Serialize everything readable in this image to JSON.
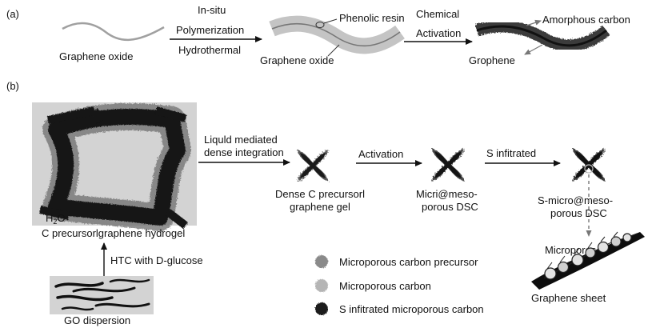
{
  "panel_a": {
    "label": "(a)",
    "graphene_oxide_start": "Graphene oxide",
    "step1": {
      "line1": "In-situ",
      "line2": "Polymerization",
      "line3": "Hydrothermal"
    },
    "phenolic_resin": "Phenolic resin",
    "graphene_oxide_coated": "Graphene oxide",
    "step2": {
      "line1": "Chemical",
      "line2": "Activation"
    },
    "amorphous_carbon": "Amorphous carbon",
    "graphene": "Grophene"
  },
  "panel_b": {
    "label": "(b)",
    "hydrogel_water": "H",
    "hydrogel_water_sub": "2",
    "hydrogel_water_end": "O",
    "hydrogel_caption": "C precursorlgraphene hydrogel",
    "step_liquid": {
      "line1": "Liquld mediated",
      "line2": "dense integration"
    },
    "dense_gel": {
      "line1": "Dense C precursorl",
      "line2": "graphene gel"
    },
    "step_activation": "Activation",
    "dsc": {
      "line1": "Micri@meso-",
      "line2": "porous DSC"
    },
    "step_s": "S infitrated",
    "s_dsc": {
      "line1": "S-micro@meso-",
      "line2": "porous DSC"
    },
    "micropores": "Micropores",
    "graphene_sheet": "Graphene sheet",
    "htc": "HTC with D-glucose",
    "go_dispersion": "GO dispersion",
    "legend": [
      {
        "label": "Microporous carbon precursor",
        "color": "#8a8a8a"
      },
      {
        "label": "Microporous carbon",
        "color": "#b5b5b5"
      },
      {
        "label": "S infitrated microporous carbon",
        "color": "#1e1e1e"
      }
    ]
  }
}
